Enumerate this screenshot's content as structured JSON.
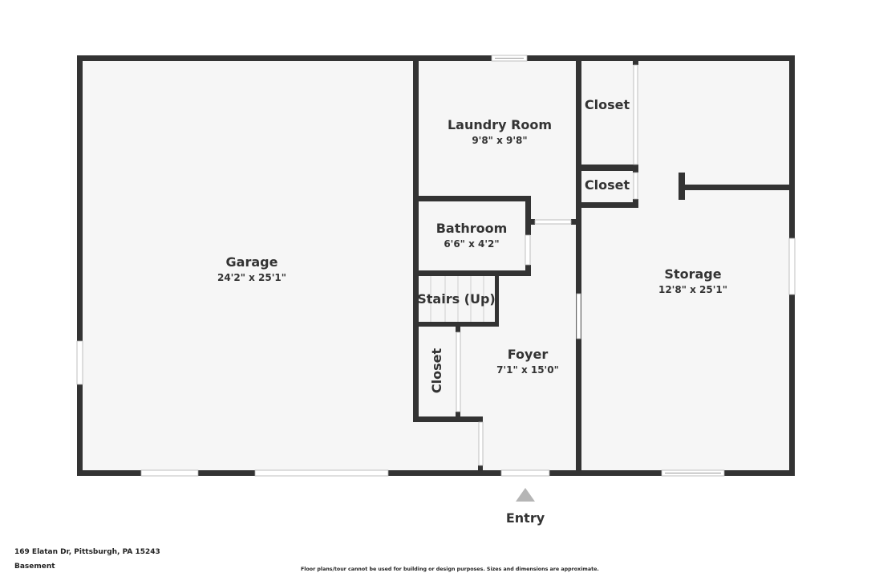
{
  "colors": {
    "wall": "#333333",
    "floor": "#f6f6f6",
    "opening": "#ffffff",
    "marker": "#b5b5b5"
  },
  "rooms": {
    "garage": {
      "name": "Garage",
      "dims": "24'2\" x 25'1\""
    },
    "laundry": {
      "name": "Laundry Room",
      "dims": "9'8\" x 9'8\""
    },
    "bathroom": {
      "name": "Bathroom",
      "dims": "6'6\" x 4'2\""
    },
    "stairs": {
      "name": "Stairs (Up)"
    },
    "foyer": {
      "name": "Foyer",
      "dims": "7'1\" x 15'0\""
    },
    "closet_left": {
      "name": "Closet"
    },
    "closet_top": {
      "name": "Closet"
    },
    "closet_mid": {
      "name": "Closet"
    },
    "storage": {
      "name": "Storage",
      "dims": "12'8\" x 25'1\""
    }
  },
  "entry": {
    "label": "Entry",
    "icon": "entry-arrow-icon"
  },
  "footer": {
    "address": "169 Elatan Dr, Pittsburgh, PA 15243",
    "level": "Basement",
    "disclaimer": "Floor plans/tour cannot be used for building or design purposes. Sizes and dimensions are approximate."
  }
}
